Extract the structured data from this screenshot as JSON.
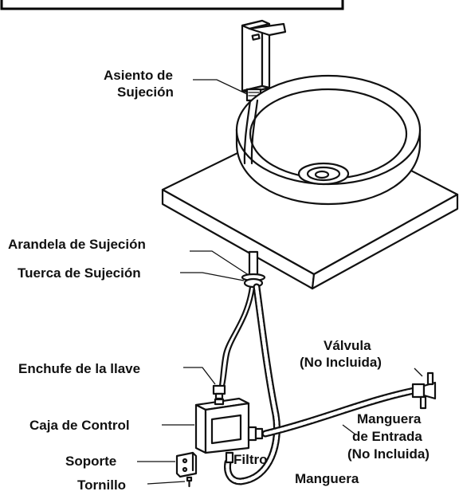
{
  "labels": {
    "asiento_line1": "Asiento de",
    "asiento_line2": "Sujeción",
    "arandela": "Arandela de Sujeción",
    "tuerca": "Tuerca de Sujeción",
    "enchufe": "Enchufe de la llave",
    "caja": "Caja de Control",
    "soporte": "Soporte",
    "tornillo": "Tornillo",
    "valvula_line1": "Válvula",
    "valvula_line2": "(No Incluida)",
    "manguera_entrada_line1": "Manguera",
    "manguera_entrada_line2": "de Entrada",
    "manguera_entrada_line3": "(No Incluida)",
    "filtro": "Filtro",
    "manguera": "Manguera"
  }
}
